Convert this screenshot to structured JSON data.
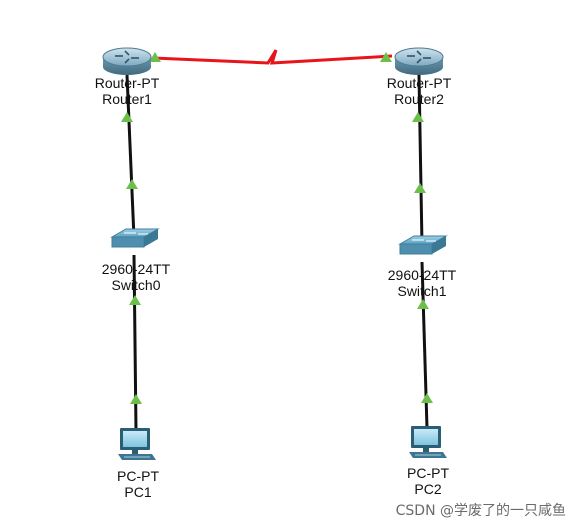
{
  "devices": {
    "router1": {
      "model": "Router-PT",
      "name": "Router1"
    },
    "router2": {
      "model": "Router-PT",
      "name": "Router2"
    },
    "switch0": {
      "model": "2960-24TT",
      "name": "Switch0"
    },
    "switch1": {
      "model": "2960-24TT",
      "name": "Switch1"
    },
    "pc1": {
      "model": "PC-PT",
      "name": "PC1"
    },
    "pc2": {
      "model": "PC-PT",
      "name": "PC2"
    }
  },
  "links": {
    "serial_color": "#e8141b",
    "ethernet_color": "#111111",
    "link_up_indicator_color": "#6cc04a"
  },
  "watermark": "CSDN @学废了的一只咸鱼"
}
